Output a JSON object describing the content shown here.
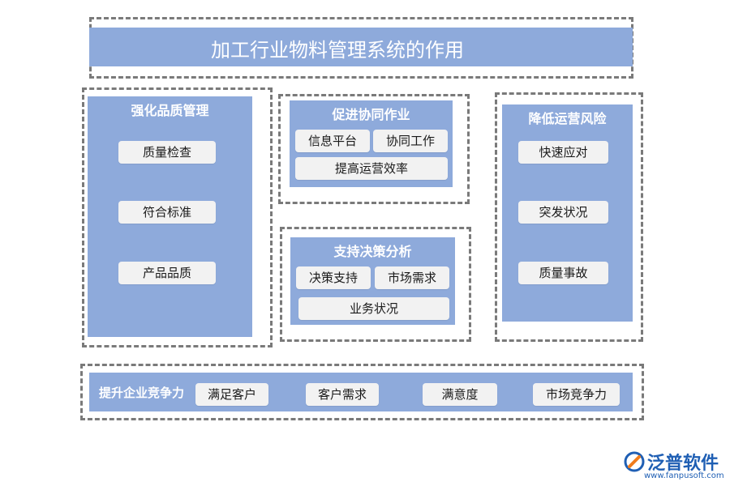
{
  "header": {
    "title": "加工行业物料管理系统的作用"
  },
  "left_panel": {
    "title": "强化品质管理",
    "items": [
      "质量检查",
      "符合标准",
      "产品品质"
    ]
  },
  "collab_panel": {
    "title": "促进协同作业",
    "items": [
      "信息平台",
      "协同工作",
      "提高运营效率"
    ]
  },
  "decision_panel": {
    "title": "支持决策分析",
    "items": [
      "决策支持",
      "市场需求",
      "业务状况"
    ]
  },
  "right_panel": {
    "title": "降低运营风险",
    "items": [
      "快速应对",
      "突发状况",
      "质量事故"
    ]
  },
  "bottom_panel": {
    "title": "提升企业竞争力",
    "items": [
      "满足客户",
      "客户需求",
      "满意度",
      "市场竞争力"
    ]
  },
  "logo": {
    "brand": "泛普软件",
    "url": "www.fanpusoft.com"
  },
  "colors": {
    "panel": "#8eaadb",
    "pill": "#f2f2f2",
    "dash": "#7a7a7a",
    "logo_blue": "#1f5fb4",
    "logo_orange": "#f07c1b"
  }
}
